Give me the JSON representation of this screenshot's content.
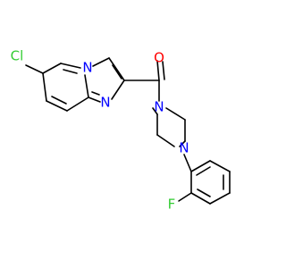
{
  "atoms": {
    "chlorine": {
      "text": "Cl",
      "color": "#33cc33"
    },
    "oxygen": {
      "text": "O",
      "color": "#ff0000"
    },
    "n_bridge": {
      "text": "N",
      "color": "#0000ff"
    },
    "n_imidazole": {
      "text": "N",
      "color": "#0000ff"
    },
    "n_amide": {
      "text": "N",
      "color": "#0000ff"
    },
    "n_aryl": {
      "text": "N",
      "color": "#0000ff"
    },
    "fluorine": {
      "text": "F",
      "color": "#33cc33"
    }
  },
  "bond_color": "#000000",
  "background": "#ffffff"
}
